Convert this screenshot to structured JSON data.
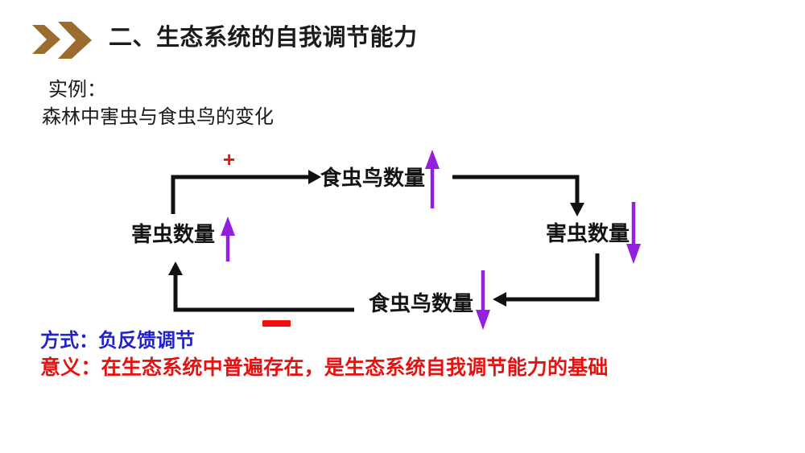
{
  "slide": {
    "header": {
      "title": "二、生态系统的自我调节能力",
      "chevron_icon_color": "#9c6b2e"
    },
    "example": {
      "label": "实例：",
      "text": "森林中害虫与食虫鸟的变化"
    },
    "diagram": {
      "node_top": "食虫鸟数量",
      "node_right": "害虫数量",
      "node_bottom": "食虫鸟数量",
      "node_left": "害虫数量",
      "plus_label": "+",
      "minus_symbol": "−",
      "loop_arrow_color": "#111111",
      "trend_arrow_color": "#9320e0",
      "feedback_sign_color": "#f01010",
      "trend_arrows": [
        {
          "node": "食虫鸟数量(上)",
          "direction": "up"
        },
        {
          "node": "害虫数量(右)",
          "direction": "down"
        },
        {
          "node": "食虫鸟数量(下)",
          "direction": "down"
        },
        {
          "node": "害虫数量(左)",
          "direction": "up"
        }
      ],
      "loop_order": [
        "害虫数量(左)→食虫鸟数量(上)",
        "食虫鸟数量(上)→害虫数量(右)",
        "害虫数量(右)→食虫鸟数量(下)",
        "食虫鸟数量(下)→害虫数量(左)"
      ]
    },
    "method": {
      "text": "方式：负反馈调节",
      "color": "#2222cc"
    },
    "meaning": {
      "text": "意义：在生态系统中普遍存在，是生态系统自我调节能力的基础",
      "color": "#e51212"
    },
    "background_color": "#ffffff"
  }
}
